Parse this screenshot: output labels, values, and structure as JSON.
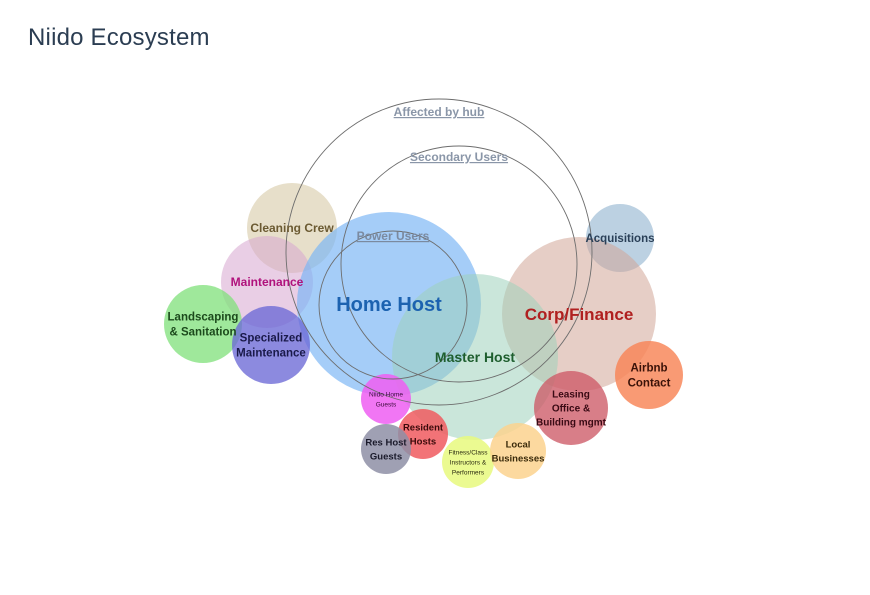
{
  "title": "Niido Ecosystem",
  "rings": [
    {
      "key": "affected",
      "label": "Affected by hub",
      "color": "#8a96a8"
    },
    {
      "key": "secondary",
      "label": "Secondary Users",
      "color": "#8a96a8"
    },
    {
      "key": "power",
      "label": "Power Users",
      "color": "#7b8aa0"
    }
  ],
  "bubbles": [
    {
      "key": "cleaning-crew",
      "lines": [
        "Cleaning Crew"
      ],
      "fill": "#d8ccaa",
      "text": "#6b5a32"
    },
    {
      "key": "acquisitions",
      "lines": [
        "Acquisitions"
      ],
      "fill": "#9fbdd6",
      "text": "#2a4058"
    },
    {
      "key": "corp-finance",
      "lines": [
        "Corp/Finance"
      ],
      "fill": "#d2a598",
      "text": "#b02020"
    },
    {
      "key": "maintenance",
      "lines": [
        "Maintenance"
      ],
      "fill": "#d7a6cf",
      "text": "#b0127c"
    },
    {
      "key": "home-host",
      "lines": [
        "Home Host"
      ],
      "fill": "#7ab5f5",
      "text": "#1c62b0"
    },
    {
      "key": "master-host",
      "lines": [
        "Master Host"
      ],
      "fill": "#9fd1bb",
      "text": "#1e5e2e"
    },
    {
      "key": "landscaping",
      "lines": [
        "Landscaping",
        "& Sanitation"
      ],
      "fill": "#7fe07a",
      "text": "#1c4a1c"
    },
    {
      "key": "specialized-maintenance",
      "lines": [
        "Specialized",
        "Maintenance"
      ],
      "fill": "#6b69d6",
      "text": "#1a1a4a"
    },
    {
      "key": "airbnb-contact",
      "lines": [
        "Airbnb",
        "Contact"
      ],
      "fill": "#f88456",
      "text": "#3a1208"
    },
    {
      "key": "leasing-office",
      "lines": [
        "Leasing",
        "Office &",
        "Building mgmt"
      ],
      "fill": "#cd5a66",
      "text": "#3a0a14"
    },
    {
      "key": "niido-home-guests",
      "lines": [
        "Niido Home",
        "Guests"
      ],
      "fill": "#ee5ef2",
      "text": "#3a0a3a"
    },
    {
      "key": "resident-hosts",
      "lines": [
        "Resident",
        "Hosts"
      ],
      "fill": "#f05a5f",
      "text": "#3a0a0a"
    },
    {
      "key": "res-host-guests",
      "lines": [
        "Res Host",
        "Guests"
      ],
      "fill": "#8e8fa6",
      "text": "#1a1a2a"
    },
    {
      "key": "fitness-instructors",
      "lines": [
        "Fitness/Class",
        "Instructors &",
        "Performers"
      ],
      "fill": "#e8f97e",
      "text": "#2a2a10"
    },
    {
      "key": "local-businesses",
      "lines": [
        "Local",
        "Businesses"
      ],
      "fill": "#fbd28e",
      "text": "#3a2a0a"
    }
  ]
}
